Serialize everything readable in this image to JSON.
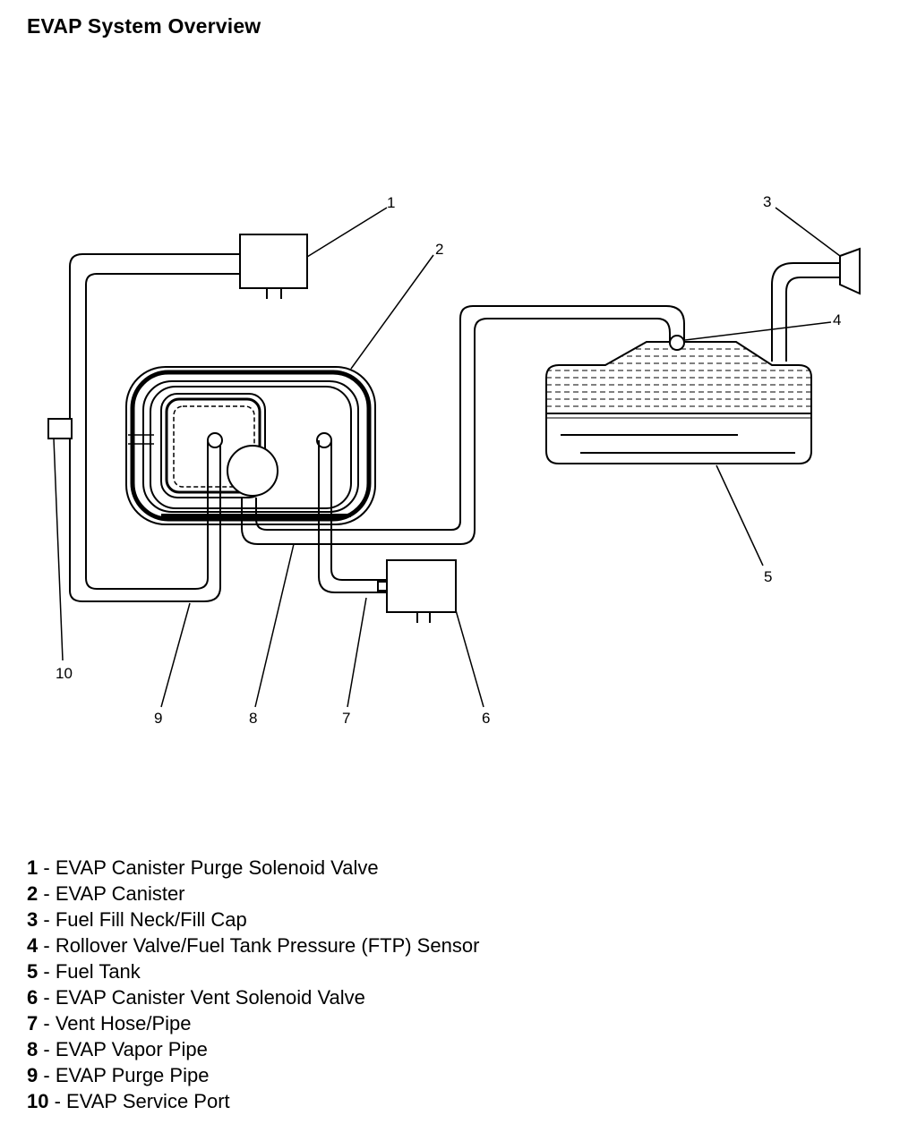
{
  "title": "EVAP System Overview",
  "callouts": {
    "c1": "1",
    "c2": "2",
    "c3": "3",
    "c4": "4",
    "c5": "5",
    "c6": "6",
    "c7": "7",
    "c8": "8",
    "c9": "9",
    "c10": "10"
  },
  "legend": [
    {
      "num": "1",
      "label": "EVAP Canister Purge Solenoid Valve"
    },
    {
      "num": "2",
      "label": "EVAP Canister"
    },
    {
      "num": "3",
      "label": "Fuel Fill Neck/Fill Cap"
    },
    {
      "num": "4",
      "label": "Rollover Valve/Fuel Tank Pressure (FTP) Sensor"
    },
    {
      "num": "5",
      "label": "Fuel Tank"
    },
    {
      "num": "6",
      "label": "EVAP Canister Vent Solenoid Valve"
    },
    {
      "num": "7",
      "label": "Vent Hose/Pipe"
    },
    {
      "num": "8",
      "label": "EVAP Vapor Pipe"
    },
    {
      "num": "9",
      "label": "EVAP Purge Pipe"
    },
    {
      "num": "10",
      "label": "EVAP Service Port"
    }
  ],
  "colors": {
    "line": "#000000",
    "background": "#ffffff"
  }
}
